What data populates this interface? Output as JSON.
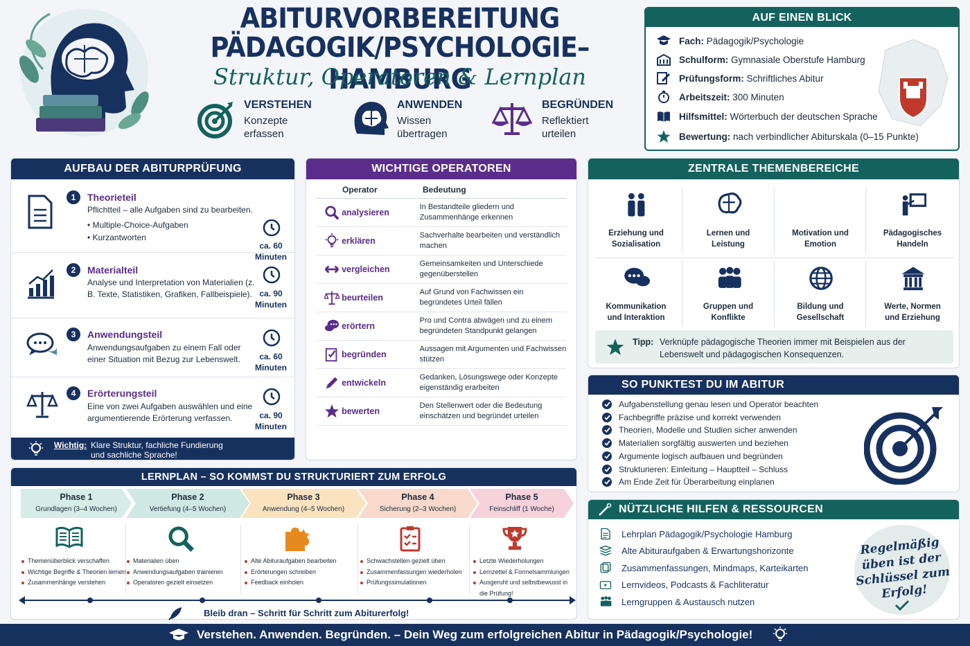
{
  "header": {
    "title_line1": "ABITURVORBEREITUNG",
    "title_line2": "PÄDAGOGIK/PSYCHOLOGIE–HAMBURG",
    "subtitle": "Struktur, Operatoren & Lernplan",
    "pillars": [
      {
        "heading": "VERSTEHEN",
        "line1": "Konzepte",
        "line2": "erfassen",
        "icon": "target-icon"
      },
      {
        "heading": "ANWENDEN",
        "line1": "Wissen",
        "line2": "übertragen",
        "icon": "brain-head-icon"
      },
      {
        "heading": "BEGRÜNDEN",
        "line1": "Reflektiert",
        "line2": "urteilen",
        "icon": "scales-icon"
      }
    ]
  },
  "blick": {
    "title": "AUF EINEN BLICK",
    "rows": [
      {
        "label": "Fach:",
        "value": "Pädagogik/Psychologie",
        "icon": "graduation-cap-icon"
      },
      {
        "label": "Schulform:",
        "value": "Gymnasiale Oberstufe Hamburg",
        "icon": "school-building-icon"
      },
      {
        "label": "Prüfungsform:",
        "value": "Schriftliches Abitur",
        "icon": "edit-document-icon"
      },
      {
        "label": "Arbeitszeit:",
        "value": "300 Minuten",
        "icon": "stopwatch-icon"
      },
      {
        "label": "Hilfsmittel:",
        "value": "Wörterbuch der deutschen Sprache",
        "icon": "book-icon"
      },
      {
        "label": "Bewertung:",
        "value": "nach verbindlicher Abiturskala (0–15 Punkte)",
        "icon": "star-icon"
      }
    ]
  },
  "aufbau": {
    "title": "AUFBAU DER ABITURPRÜFUNG",
    "parts": [
      {
        "num": "1",
        "title": "Theorieteil",
        "desc": "Pflichtteil – alle Aufgaben sind zu bearbeiten.",
        "bullets": [
          "Multiple-Choice-Aufgaben",
          "Kurzantworten"
        ],
        "time1": "ca. 60",
        "time2": "Minuten",
        "icon": "document-icon"
      },
      {
        "num": "2",
        "title": "Materialteil",
        "desc": "Analyse und Interpretation von Materialien (z. B. Texte, Statistiken, Grafiken, Fallbeispiele).",
        "bullets": [],
        "time1": "ca. 90",
        "time2": "Minuten",
        "icon": "bar-chart-icon"
      },
      {
        "num": "3",
        "title": "Anwendungsteil",
        "desc": "Anwendungsaufgaben zu einem Fall oder einer Situation mit Bezug zur Lebenswelt.",
        "bullets": [],
        "time1": "ca. 60",
        "time2": "Minuten",
        "icon": "speech-bubbles-icon"
      },
      {
        "num": "4",
        "title": "Erörterungsteil",
        "desc": "Eine von zwei Aufgaben auswählen und eine argumentierende Erörterung verfassen.",
        "bullets": [],
        "time1": "ca. 90",
        "time2": "Minuten",
        "icon": "scales-icon"
      }
    ],
    "note_label": "Wichtig:",
    "note_line1": "Klare Struktur, fachliche Fundierung",
    "note_line2": "und sachliche Sprache!"
  },
  "operatoren": {
    "title": "WICHTIGE OPERATOREN",
    "col_operator": "Operator",
    "col_bedeutung": "Bedeutung",
    "rows": [
      {
        "name": "analysieren",
        "meaning": "In Bestandteile gliedern und Zusammenhänge erkennen",
        "icon": "magnifier-icon"
      },
      {
        "name": "erklären",
        "meaning": "Sachverhalte bearbeiten und verständlich machen",
        "icon": "lightbulb-icon"
      },
      {
        "name": "vergleichen",
        "meaning": "Gemeinsamkeiten und Unterschiede gegenüberstellen",
        "icon": "double-arrow-icon"
      },
      {
        "name": "beurteilen",
        "meaning": "Auf Grund von Fachwissen ein begründetes Urteil fällen",
        "icon": "scales-icon"
      },
      {
        "name": "erörtern",
        "meaning": "Pro und Contra abwägen und zu einem begründeten Standpunkt gelangen",
        "icon": "chat-bubbles-icon"
      },
      {
        "name": "begründen",
        "meaning": "Aussagen mit Argumenten und Fachwissen stützen",
        "icon": "checklist-icon"
      },
      {
        "name": "entwickeln",
        "meaning": "Gedanken, Lösungswege oder Konzepte eigenständig erarbeiten",
        "icon": "pencil-icon"
      },
      {
        "name": "bewerten",
        "meaning": "Den Stellenwert oder die Bedeutung einschätzen und begründet urteilen",
        "icon": "star-icon"
      }
    ]
  },
  "themen": {
    "title": "ZENTRALE THEMENBEREICHE",
    "items": [
      {
        "line1": "Erziehung und",
        "line2": "Sozialisation",
        "icon": "parent-child-icon"
      },
      {
        "line1": "Lernen und",
        "line2": "Leistung",
        "icon": "brain-icon"
      },
      {
        "line1": "Motivation und",
        "line2": "Emotion",
        "icon": "heart-icon"
      },
      {
        "line1": "Pädagogisches",
        "line2": "Handeln",
        "icon": "teacher-board-icon"
      },
      {
        "line1": "Kommunikation",
        "line2": "und Interaktion",
        "icon": "chat-icon"
      },
      {
        "line1": "Gruppen und",
        "line2": "Konflikte",
        "icon": "group-icon"
      },
      {
        "line1": "Bildung und",
        "line2": "Gesellschaft",
        "icon": "globe-icon"
      },
      {
        "line1": "Werte, Normen",
        "line2": "und Erziehung",
        "icon": "institution-icon"
      }
    ],
    "tip_label": "Tipp:",
    "tip_line1": "Verknüpfe pädagogische Theorien immer mit Beispielen aus der",
    "tip_line2": "Lebenswelt und pädagogischen Konsequenzen."
  },
  "punkte": {
    "title": "SO PUNKTEST DU IM ABITUR",
    "items": [
      "Aufgabenstellung genau lesen und Operator beachten",
      "Fachbegriffe präzise und korrekt verwenden",
      "Theorien, Modelle und Studien sicher anwenden",
      "Materialien sorgfältig auswerten und beziehen",
      "Argumente logisch aufbauen und begründen",
      "Strukturieren: Einleitung – Hauptteil – Schluss",
      "Am Ende Zeit für Überarbeitung einplanen"
    ]
  },
  "hilfen": {
    "title": "NÜTZLICHE HILFEN & RESSOURCEN",
    "items": [
      {
        "text": "Lehrplan Pädagogik/Psychologie Hamburg",
        "icon": "document-icon"
      },
      {
        "text": "Alte Abituraufgaben & Erwartungshorizonte",
        "icon": "stack-icon"
      },
      {
        "text": "Zusammenfassungen, Mindmaps, Karteikarten",
        "icon": "cards-icon"
      },
      {
        "text": "Lernvideos, Podcasts & Fachliteratur",
        "icon": "video-icon"
      },
      {
        "text": "Lerngruppen & Austausch nutzen",
        "icon": "group-icon"
      }
    ],
    "stamp_line1": "Regelmäßig",
    "stamp_line2": "üben ist der",
    "stamp_line3": "Schlüssel zum",
    "stamp_line4": "Erfolg!"
  },
  "lernplan": {
    "title": "LERNPLAN – SO KOMMST DU STRUKTURIERT ZUM ERFOLG",
    "phases": [
      {
        "name": "Phase 1",
        "sub": "Grundlagen (3–4 Wochen)",
        "color": "#d6ece6",
        "icon": "open-book-icon",
        "bullets": [
          "Themenüberblick verschaffen",
          "Wichtige Begriffe & Theorien lernen",
          "Zusammenhänge verstehen"
        ]
      },
      {
        "name": "Phase 2",
        "sub": "Vertiefung (4–5 Wochen)",
        "color": "#cfe8e4",
        "icon": "magnifier-icon",
        "bullets": [
          "Materialien üben",
          "Anwendungsaufgaben trainieren",
          "Operatoren gezielt einsetzen"
        ]
      },
      {
        "name": "Phase 3",
        "sub": "Anwendung (4–5 Wochen)",
        "color": "#fbe3bf",
        "icon": "puzzle-icon",
        "bullets": [
          "Alte Abituraufgaben bearbeiten",
          "Erörterungen schreiben",
          "Feedback einholen"
        ]
      },
      {
        "name": "Phase 4",
        "sub": "Sicherung (2–3 Wochen)",
        "color": "#f9d9cc",
        "icon": "clipboard-icon",
        "bullets": [
          "Schwachstellen gezielt üben",
          "Zusammenfassungen wiederholen",
          "Prüfungssimulationen"
        ]
      },
      {
        "name": "Phase 5",
        "sub": "Feinschliff (1 Woche)",
        "color": "#f7d2dc",
        "icon": "trophy-icon",
        "bullets": [
          "Letzte Wiederholungen",
          "Lernzettel & Formelsammlungen",
          "Ausgeruht und selbstbewusst in die Prüfung!"
        ]
      }
    ],
    "motto": "Bleib dran – Schritt für Schritt zum Abiturerfolg!"
  },
  "footer": {
    "text": "Verstehen. Anwenden. Begründen. – Dein Weg zum erfolgreichen Abitur in Pädagogik/Psychologie!"
  },
  "colors": {
    "navy": "#17315f",
    "purple": "#5b2d8a",
    "teal": "#13625e",
    "red": "#c0392b"
  }
}
